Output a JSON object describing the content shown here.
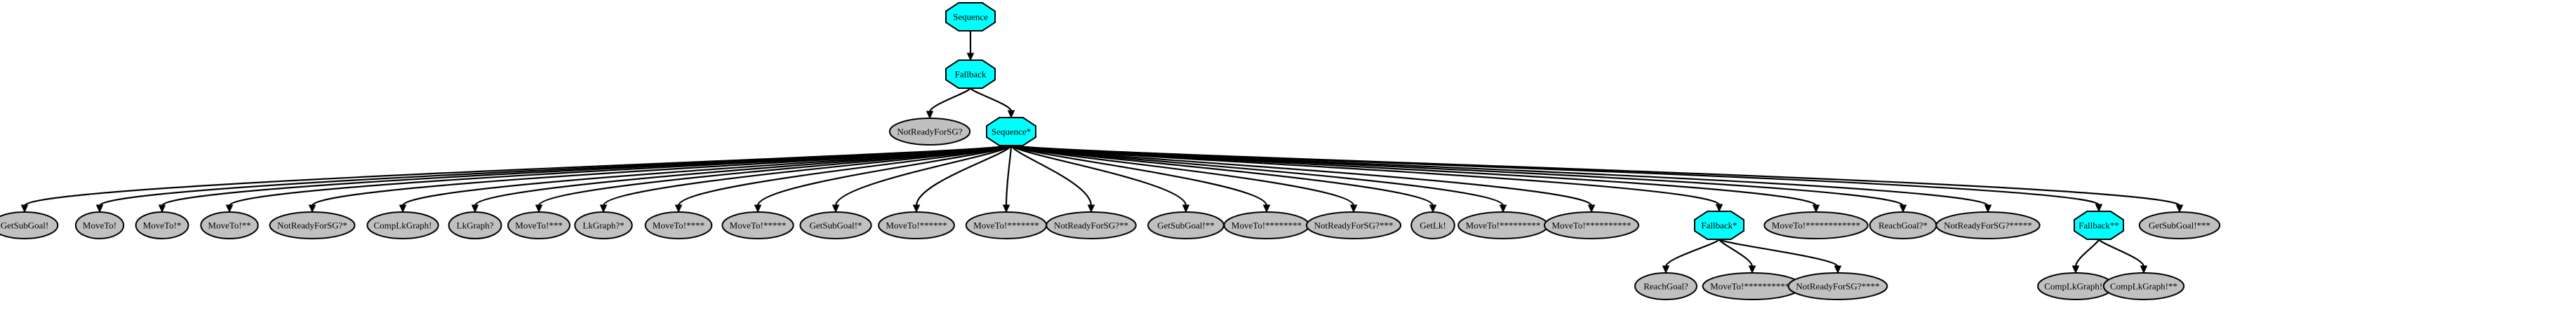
{
  "colors": {
    "control_node": "#00ffff",
    "leaf_node": "#c0c0c0",
    "edge": "#000000",
    "outline": "#000000"
  },
  "tree": {
    "root": {
      "label": "Sequence",
      "shape": "octagon",
      "children": [
        {
          "label": "Fallback",
          "shape": "octagon",
          "children": [
            {
              "label": "NotReadyForSG?",
              "shape": "ellipse"
            },
            {
              "label": "Sequence*",
              "shape": "octagon",
              "children": [
                {
                  "label": "GetSubGoal!",
                  "shape": "ellipse"
                },
                {
                  "label": "MoveTo!",
                  "shape": "ellipse"
                },
                {
                  "label": "MoveTo!*",
                  "shape": "ellipse"
                },
                {
                  "label": "MoveTo!**",
                  "shape": "ellipse"
                },
                {
                  "label": "NotReadyForSG?*",
                  "shape": "ellipse"
                },
                {
                  "label": "CompLkGraph!",
                  "shape": "ellipse"
                },
                {
                  "label": "LkGraph?",
                  "shape": "ellipse"
                },
                {
                  "label": "MoveTo!***",
                  "shape": "ellipse"
                },
                {
                  "label": "LkGraph?*",
                  "shape": "ellipse"
                },
                {
                  "label": "MoveTo!****",
                  "shape": "ellipse"
                },
                {
                  "label": "MoveTo!*****",
                  "shape": "ellipse"
                },
                {
                  "label": "GetSubGoal!*",
                  "shape": "ellipse"
                },
                {
                  "label": "MoveTo!******",
                  "shape": "ellipse"
                },
                {
                  "label": "MoveTo!*******",
                  "shape": "ellipse"
                },
                {
                  "label": "NotReadyForSG?**",
                  "shape": "ellipse"
                },
                {
                  "label": "GetSubGoal!**",
                  "shape": "ellipse"
                },
                {
                  "label": "MoveTo!********",
                  "shape": "ellipse"
                },
                {
                  "label": "NotReadyForSG?***",
                  "shape": "ellipse"
                },
                {
                  "label": "GetLk!",
                  "shape": "ellipse"
                },
                {
                  "label": "MoveTo!*********",
                  "shape": "ellipse"
                },
                {
                  "label": "MoveTo!**********",
                  "shape": "ellipse"
                },
                {
                  "label": "Fallback*",
                  "shape": "octagon",
                  "children": [
                    {
                      "label": "ReachGoal?",
                      "shape": "ellipse"
                    },
                    {
                      "label": "MoveTo!***********",
                      "shape": "ellipse"
                    },
                    {
                      "label": "NotReadyForSG?****",
                      "shape": "ellipse"
                    }
                  ]
                },
                {
                  "label": "MoveTo!************",
                  "shape": "ellipse"
                },
                {
                  "label": "ReachGoal?*",
                  "shape": "ellipse"
                },
                {
                  "label": "NotReadyForSG?*****",
                  "shape": "ellipse"
                },
                {
                  "label": "Fallback**",
                  "shape": "octagon",
                  "children": [
                    {
                      "label": "CompLkGraph!*",
                      "shape": "ellipse"
                    },
                    {
                      "label": "CompLkGraph!**",
                      "shape": "ellipse"
                    }
                  ]
                },
                {
                  "label": "GetSubGoal!***",
                  "shape": "ellipse"
                }
              ]
            }
          ]
        }
      ]
    }
  }
}
